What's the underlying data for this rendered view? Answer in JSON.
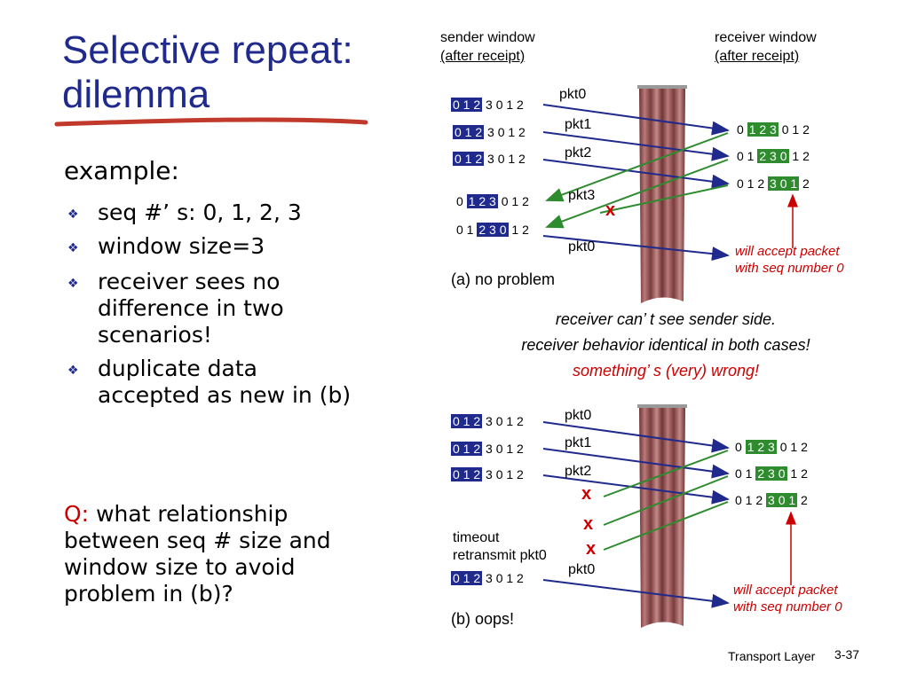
{
  "slide": {
    "title_line1": "Selective repeat:",
    "title_line2": "dilemma",
    "example_label": "example:",
    "bullets": [
      "seq #’ s: 0, 1, 2, 3",
      "window size=3",
      "receiver sees no difference in two scenarios!",
      "duplicate data accepted as new in (b)"
    ],
    "question_label": "Q:",
    "question_text": "what relationship between seq # size and window size to avoid problem in (b)?",
    "middle_line1": "receiver can’ t see sender side.",
    "middle_line2": "receiver behavior identical in both cases!",
    "middle_line3": "something’ s (very) wrong!",
    "footer_label": "Transport Layer",
    "footer_page": "3-37"
  },
  "headers": {
    "sender_line1": "sender window",
    "sender_line2": "(after receipt)",
    "receiver_line1": "receiver window",
    "receiver_line2": "(after receipt)"
  },
  "scenario_a": {
    "caption": "(a) no problem",
    "sender_rows": [
      {
        "pre": "",
        "win": "0 1 2",
        "post": " 3 0 1 2"
      },
      {
        "pre": "",
        "win": "0 1 2",
        "post": " 3 0 1 2"
      },
      {
        "pre": "",
        "win": "0 1 2",
        "post": " 3 0 1 2"
      },
      {
        "pre": "0 ",
        "win": "1 2 3",
        "post": " 0 1 2"
      },
      {
        "pre": "0 1 ",
        "win": "2 3 0",
        "post": " 1 2"
      }
    ],
    "receiver_rows": [
      {
        "pre": "0 ",
        "win": "1 2 3",
        "post": " 0 1 2"
      },
      {
        "pre": "0 1 ",
        "win": "2 3 0",
        "post": " 1 2"
      },
      {
        "pre": "0 1 2 ",
        "win": "3 0 1",
        "post": " 2"
      }
    ],
    "packets": [
      "pkt0",
      "pkt1",
      "pkt2",
      "pkt3",
      "pkt0"
    ],
    "lost_mark": "x",
    "note_line1": "will accept packet",
    "note_line2": "with seq number 0"
  },
  "scenario_b": {
    "caption": "(b) oops!",
    "sender_rows": [
      {
        "pre": "",
        "win": "0 1 2",
        "post": " 3 0 1 2"
      },
      {
        "pre": "",
        "win": "0 1 2",
        "post": " 3 0 1 2"
      },
      {
        "pre": "",
        "win": "0 1 2",
        "post": " 3 0 1 2"
      },
      {
        "pre": "",
        "win": "0 1 2",
        "post": " 3 0 1 2"
      }
    ],
    "receiver_rows": [
      {
        "pre": "0 ",
        "win": "1 2 3",
        "post": " 0 1 2"
      },
      {
        "pre": "0 1 ",
        "win": "2 3 0",
        "post": " 1 2"
      },
      {
        "pre": "0 1 2 ",
        "win": "3 0 1",
        "post": " 2"
      }
    ],
    "packets": [
      "pkt0",
      "pkt1",
      "pkt2",
      "pkt0"
    ],
    "lost_marks": [
      "x",
      "x",
      "x"
    ],
    "timeout_line1": "timeout",
    "timeout_line2": "retransmit pkt0",
    "note_line1": "will accept packet",
    "note_line2": "with seq number 0"
  },
  "colors": {
    "title": "#1f2a8c",
    "sender_window": "#1f2a8c",
    "receiver_window": "#2e8b2e",
    "warning": "#cc0000",
    "curtain": "#8a4a4c"
  }
}
